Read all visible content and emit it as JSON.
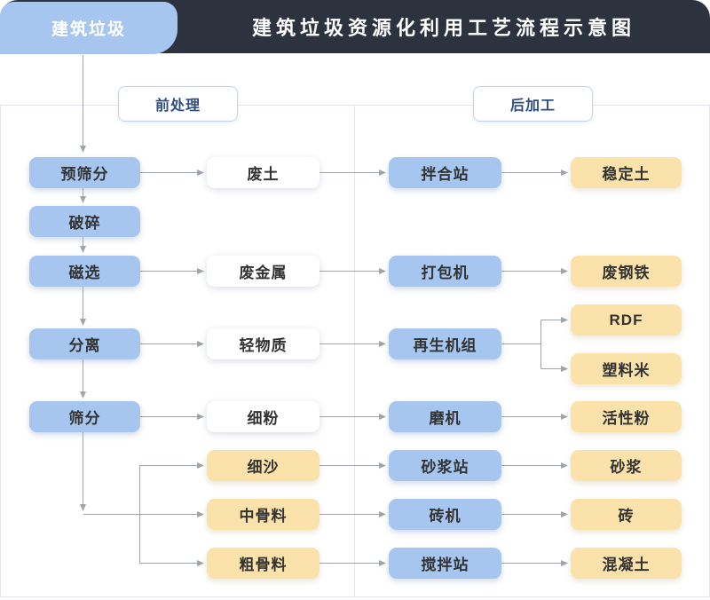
{
  "header": {
    "tab": "建筑垃圾",
    "title": "建筑垃圾资源化利用工艺流程示意图"
  },
  "sections": {
    "pre": "前处理",
    "post": "后加工"
  },
  "nodes": {
    "pre_screening": "预筛分",
    "crushing": "破碎",
    "magnetic_separation": "磁选",
    "separation": "分离",
    "screening": "筛分",
    "waste_soil": "废土",
    "waste_metal": "废金属",
    "light_material": "轻物质",
    "fine_powder": "细粉",
    "fine_sand": "细沙",
    "medium_aggregate": "中骨料",
    "coarse_aggregate": "粗骨料",
    "mixing_plant": "拌合站",
    "baler": "打包机",
    "regeneration_unit": "再生机组",
    "mill": "磨机",
    "mortar_plant": "砂浆站",
    "brick_machine": "砖机",
    "batching_plant": "搅拌站",
    "stabilized_soil": "稳定土",
    "scrap_steel": "废钢铁",
    "rdf": "RDF",
    "plastic_pellets": "塑料米",
    "active_powder": "活性粉",
    "mortar": "砂浆",
    "brick": "砖",
    "concrete": "混凝土"
  },
  "flow": [
    [
      "建筑垃圾",
      "预筛分"
    ],
    [
      "预筛分",
      "破碎"
    ],
    [
      "破碎",
      "磁选"
    ],
    [
      "磁选",
      "分离"
    ],
    [
      "分离",
      "筛分"
    ],
    [
      "预筛分",
      "废土"
    ],
    [
      "磁选",
      "废金属"
    ],
    [
      "分离",
      "轻物质"
    ],
    [
      "筛分",
      "细粉"
    ],
    [
      "筛分",
      "细沙"
    ],
    [
      "筛分",
      "中骨料"
    ],
    [
      "筛分",
      "粗骨料"
    ],
    [
      "废土",
      "拌合站"
    ],
    [
      "拌合站",
      "稳定土"
    ],
    [
      "废金属",
      "打包机"
    ],
    [
      "打包机",
      "废钢铁"
    ],
    [
      "轻物质",
      "再生机组"
    ],
    [
      "再生机组",
      "RDF"
    ],
    [
      "再生机组",
      "塑料米"
    ],
    [
      "细粉",
      "磨机"
    ],
    [
      "磨机",
      "活性粉"
    ],
    [
      "细沙",
      "砂浆站"
    ],
    [
      "砂浆站",
      "砂浆"
    ],
    [
      "中骨料",
      "砖机"
    ],
    [
      "砖机",
      "砖"
    ],
    [
      "粗骨料",
      "搅拌站"
    ],
    [
      "搅拌站",
      "混凝土"
    ]
  ],
  "colors": {
    "header-bg": "#2d333e",
    "node-blue": "#a6c5ef",
    "node-yellow": "#fae2aa",
    "node-text": "#333333",
    "section-text": "#2f4d80",
    "section-border": "#bfd2f4",
    "arrow": "#9fa4ab",
    "panel-border": "#e4e4ef",
    "divider": "#e6e6f0"
  }
}
